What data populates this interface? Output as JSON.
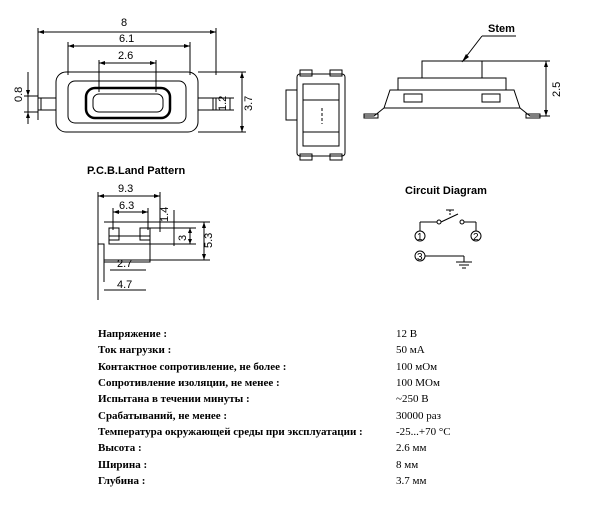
{
  "drawing": {
    "top_view": {
      "dims": [
        "8",
        "6.1",
        "2.6",
        "0.8",
        "1.2",
        "3.7"
      ]
    },
    "side_view": {
      "stem_label": "Stem",
      "height_dim": "2.5"
    },
    "pcb": {
      "title": "P.C.B.Land Pattern",
      "dims": [
        "9.3",
        "6.3",
        "1.4",
        "3",
        "5.3",
        "2.7",
        "4.7"
      ]
    },
    "circuit": {
      "title": "Circuit Diagram",
      "pins": [
        "1",
        "2",
        "3"
      ]
    }
  },
  "specs": [
    {
      "key": "Напряжение :",
      "value": "12 В"
    },
    {
      "key": "Ток нагрузки :",
      "value": "50 мА"
    },
    {
      "key": "Контактное сопротивление, не более :",
      "value": "100 мОм"
    },
    {
      "key": "Сопротивление изоляции, не менее :",
      "value": "100 МОм"
    },
    {
      "key": "Испытана в течении минуты :",
      "value": "~250 В"
    },
    {
      "key": "Срабатываний, не менее :",
      "value": "30000 раз"
    },
    {
      "key": "Температура окружающей среды при эксплуатации :",
      "value": "-25...+70 °С"
    },
    {
      "key": "Высота :",
      "value": "2.6 мм"
    },
    {
      "key": "Ширина :",
      "value": "8 мм"
    },
    {
      "key": "Глубина :",
      "value": "3.7 мм"
    }
  ]
}
